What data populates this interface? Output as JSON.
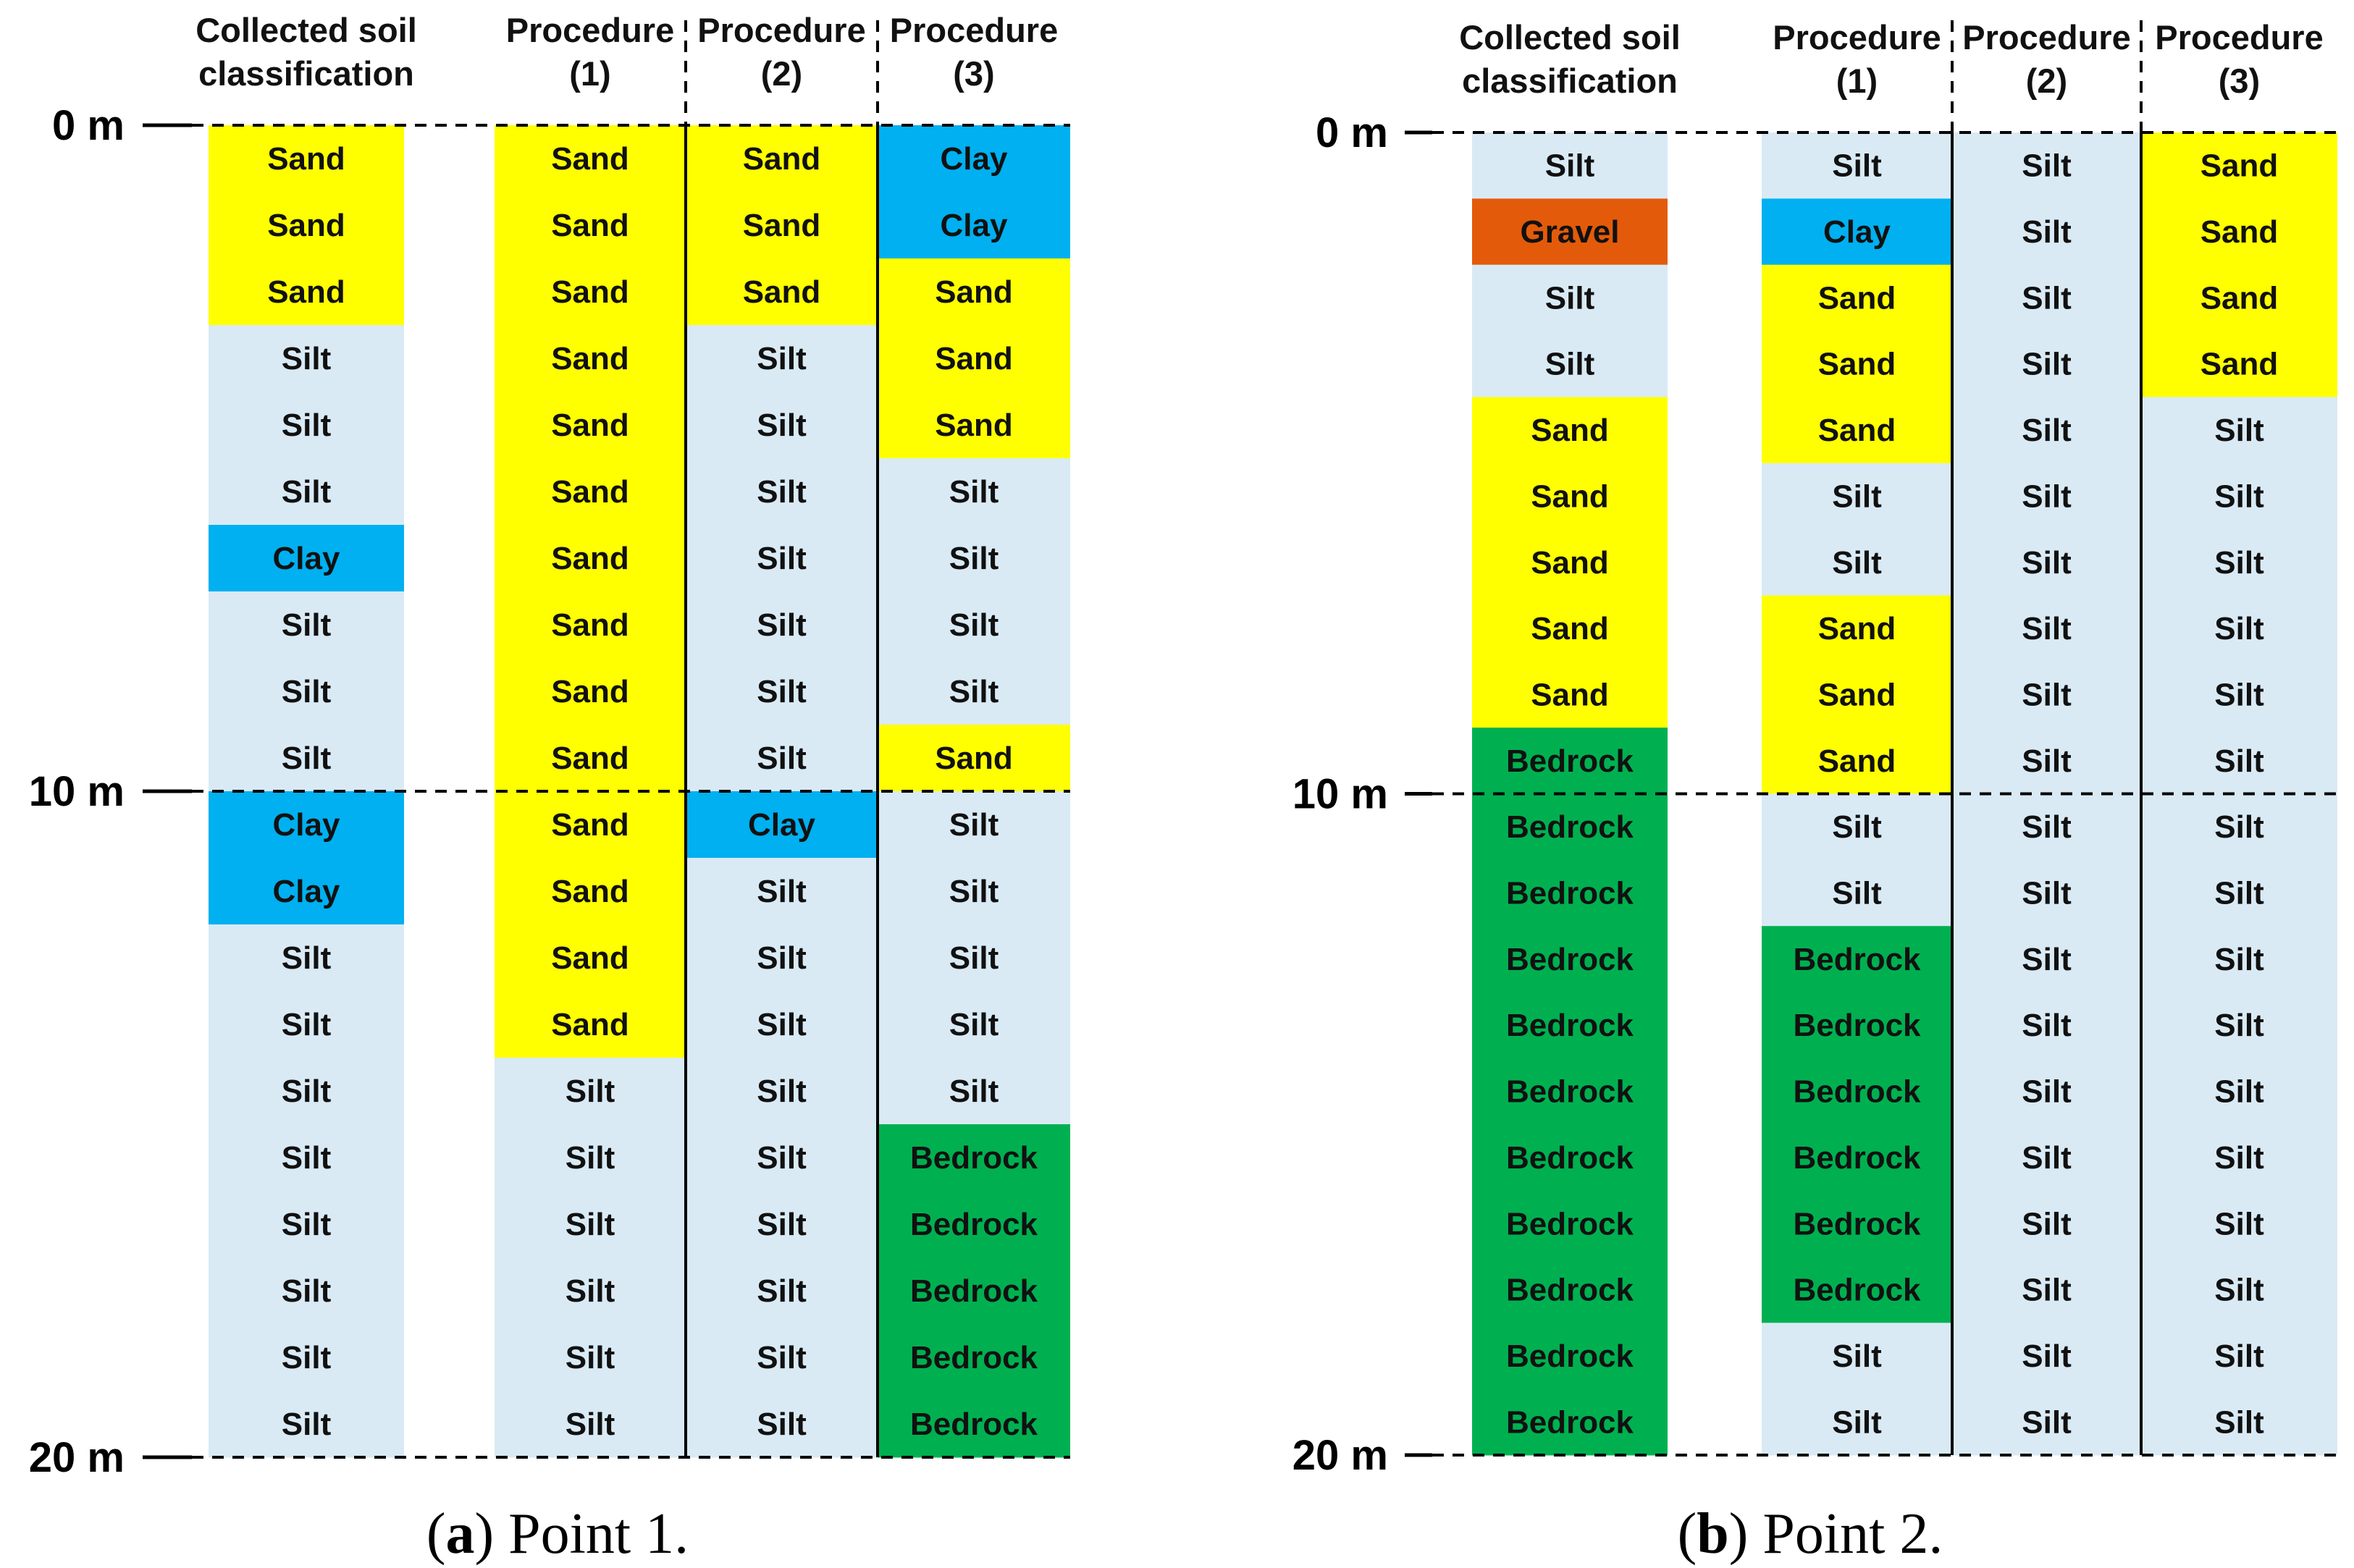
{
  "legend_colors": {
    "Sand": "#FFFF00",
    "Silt": "#D9EAF5",
    "Clay": "#00B0F0",
    "Gravel": "#E35B0A",
    "Bedrock": "#00B050"
  },
  "panels": [
    {
      "id": "a",
      "caption_letter": "a",
      "caption_text": " Point 1.",
      "depth_labels": [
        "0 m",
        "10 m",
        "20 m"
      ],
      "columns": [
        {
          "header": [
            "Collected soil",
            "classification"
          ],
          "cells": [
            "Sand",
            "Sand",
            "Sand",
            "Silt",
            "Silt",
            "Silt",
            "Clay",
            "Silt",
            "Silt",
            "Silt",
            "Clay",
            "Clay",
            "Silt",
            "Silt",
            "Silt",
            "Silt",
            "Silt",
            "Silt",
            "Silt",
            "Silt"
          ]
        },
        {
          "header": [
            "Procedure",
            "(1)"
          ],
          "cells": [
            "Sand",
            "Sand",
            "Sand",
            "Sand",
            "Sand",
            "Sand",
            "Sand",
            "Sand",
            "Sand",
            "Sand",
            "Sand",
            "Sand",
            "Sand",
            "Sand",
            "Silt",
            "Silt",
            "Silt",
            "Silt",
            "Silt",
            "Silt"
          ]
        },
        {
          "header": [
            "Procedure",
            "(2)"
          ],
          "cells": [
            "Sand",
            "Sand",
            "Sand",
            "Silt",
            "Silt",
            "Silt",
            "Silt",
            "Silt",
            "Silt",
            "Silt",
            "Clay",
            "Silt",
            "Silt",
            "Silt",
            "Silt",
            "Silt",
            "Silt",
            "Silt",
            "Silt",
            "Silt"
          ]
        },
        {
          "header": [
            "Procedure",
            "(3)"
          ],
          "cells": [
            "Clay",
            "Clay",
            "Sand",
            "Sand",
            "Sand",
            "Silt",
            "Silt",
            "Silt",
            "Silt",
            "Sand",
            "Silt",
            "Silt",
            "Silt",
            "Silt",
            "Silt",
            "Bedrock",
            "Bedrock",
            "Bedrock",
            "Bedrock",
            "Bedrock"
          ]
        }
      ]
    },
    {
      "id": "b",
      "caption_letter": "b",
      "caption_text": " Point 2.",
      "depth_labels": [
        "0 m",
        "10 m",
        "20 m"
      ],
      "columns": [
        {
          "header": [
            "Collected soil",
            "classification"
          ],
          "cells": [
            "Silt",
            "Gravel",
            "Silt",
            "Silt",
            "Sand",
            "Sand",
            "Sand",
            "Sand",
            "Sand",
            "Bedrock",
            "Bedrock",
            "Bedrock",
            "Bedrock",
            "Bedrock",
            "Bedrock",
            "Bedrock",
            "Bedrock",
            "Bedrock",
            "Bedrock",
            "Bedrock"
          ]
        },
        {
          "header": [
            "Procedure",
            "(1)"
          ],
          "cells": [
            "Silt",
            "Clay",
            "Sand",
            "Sand",
            "Sand",
            "Silt",
            "Silt",
            "Sand",
            "Sand",
            "Sand",
            "Silt",
            "Silt",
            "Bedrock",
            "Bedrock",
            "Bedrock",
            "Bedrock",
            "Bedrock",
            "Bedrock",
            "Silt",
            "Silt"
          ]
        },
        {
          "header": [
            "Procedure",
            "(2)"
          ],
          "cells": [
            "Silt",
            "Silt",
            "Silt",
            "Silt",
            "Silt",
            "Silt",
            "Silt",
            "Silt",
            "Silt",
            "Silt",
            "Silt",
            "Silt",
            "Silt",
            "Silt",
            "Silt",
            "Silt",
            "Silt",
            "Silt",
            "Silt",
            "Silt"
          ]
        },
        {
          "header": [
            "Procedure",
            "(3)"
          ],
          "cells": [
            "Sand",
            "Sand",
            "Sand",
            "Sand",
            "Silt",
            "Silt",
            "Silt",
            "Silt",
            "Silt",
            "Silt",
            "Silt",
            "Silt",
            "Silt",
            "Silt",
            "Silt",
            "Silt",
            "Silt",
            "Silt",
            "Silt",
            "Silt"
          ]
        }
      ]
    }
  ]
}
